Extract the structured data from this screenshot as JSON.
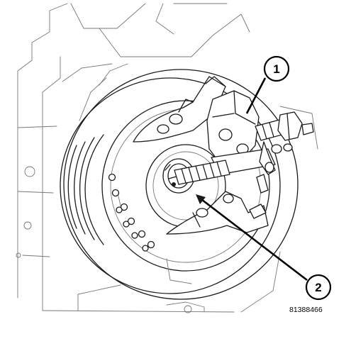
{
  "callouts": [
    {
      "label": "1"
    },
    {
      "label": "2"
    }
  ],
  "figure_number": "81388466"
}
